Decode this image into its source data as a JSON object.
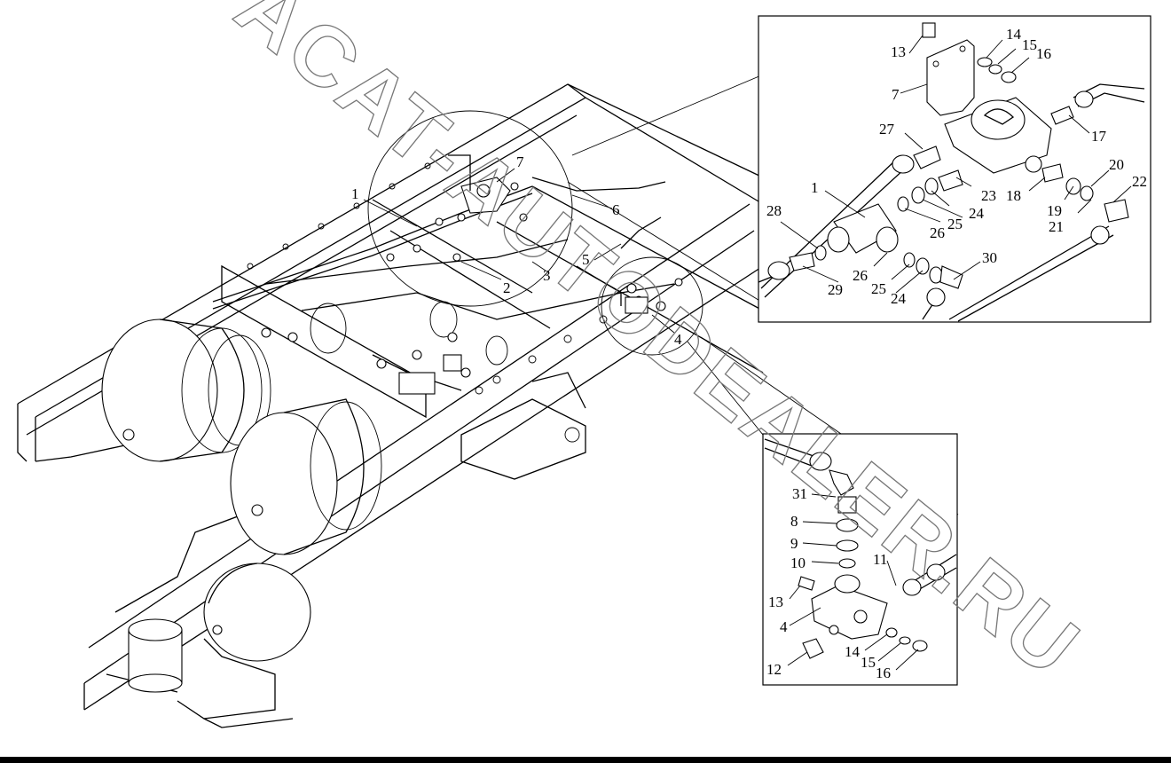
{
  "watermark": "ACAT-AUTODEALER.RU",
  "main_callouts": [
    "1",
    "7",
    "6",
    "5",
    "2",
    "3",
    "4"
  ],
  "detail_top_callouts": [
    "13",
    "14",
    "15",
    "16",
    "7",
    "17",
    "27",
    "20",
    "22",
    "1",
    "23",
    "18",
    "19",
    "28",
    "24",
    "25",
    "26",
    "21",
    "30",
    "29",
    "26",
    "25",
    "24"
  ],
  "detail_bottom_callouts": [
    "31",
    "8",
    "9",
    "10",
    "11",
    "13",
    "4",
    "14",
    "15",
    "16",
    "12"
  ]
}
